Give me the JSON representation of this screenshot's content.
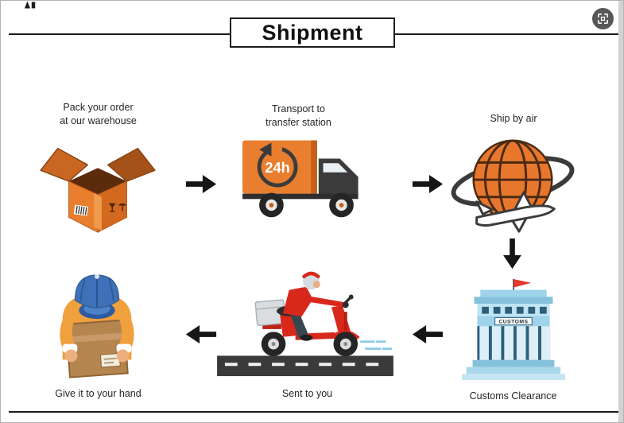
{
  "page": {
    "title": "Shipment"
  },
  "stages": {
    "pack": {
      "line1": "Pack your order",
      "line2": "at our warehouse"
    },
    "transport": {
      "line1": "Transport to",
      "line2": "transfer station",
      "badge": "24h"
    },
    "air": {
      "label": "Ship by air"
    },
    "customs": {
      "label": "Customs Clearance",
      "sign": "CUSTOMS"
    },
    "sent": {
      "label": "Sent to you"
    },
    "hand": {
      "label": "Give it to your hand"
    }
  },
  "icons": {
    "corner": "expand-icon",
    "pack": "open-box-icon",
    "transport": "delivery-truck-icon",
    "air": "globe-airplane-icon",
    "customs": "customs-building-icon",
    "sent": "delivery-scooter-icon",
    "hand": "person-holding-box-icon"
  },
  "colors": {
    "orange": "#E8772E",
    "dark": "#2E2E2E",
    "building_blue": "#A9D7EC",
    "scooter_red": "#D8281C",
    "flag_red": "#E03A2F",
    "cap_blue": "#3E71B8",
    "parcel_brown": "#B5854F"
  }
}
